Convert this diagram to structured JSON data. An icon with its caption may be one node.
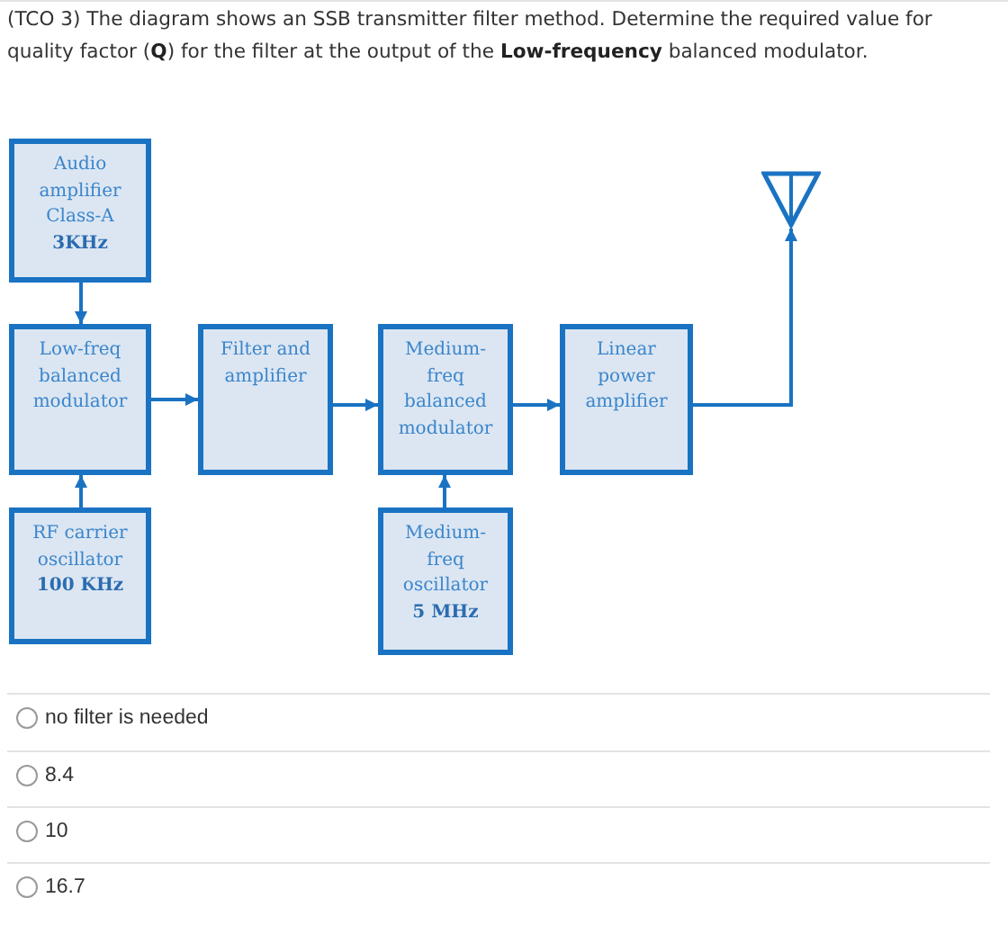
{
  "diagram": {
    "title": "(TCO 3) The diagram shows an SSB transmitter filter method. Determine the required value for quality factor (**Q**) for the filter at the output of the **Low-frequency** balanced modulator.",
    "nodes": [
      {
        "text": [
          "Audio amplifier Class-A",
          "3KHz"
        ]
      },
      {
        "text": [
          "Low-freq balanced modulator"
        ]
      },
      {
        "text": [
          "Filter and amplifier"
        ]
      },
      {
        "text": [
          "Medium-freq balanced modulator"
        ]
      },
      {
        "text": [
          "Linear power amplifier"
        ]
      },
      {
        "text": [
          "RF carrier oscillator",
          "100 KHz"
        ]
      },
      {
        "text": [
          "Medium-freq oscillator",
          "5 MHz"
        ]
      },
      {
        "text": [],
        "shape": "antenna"
      }
    ],
    "edges": [
      {
        "from": 0,
        "to": 1,
        "arrow": "to"
      },
      {
        "from": 1,
        "to": 2,
        "arrow": "to"
      },
      {
        "from": 2,
        "to": 3,
        "arrow": "to"
      },
      {
        "from": 3,
        "to": 4,
        "arrow": "to"
      },
      {
        "from": 4,
        "to": 7,
        "arrow": "to"
      },
      {
        "from": 5,
        "to": 1,
        "arrow": "to"
      },
      {
        "from": 6,
        "to": 3,
        "arrow": "to"
      }
    ],
    "labels": [
      "no filter is needed",
      "8.4",
      "10",
      "16.7"
    ]
  }
}
